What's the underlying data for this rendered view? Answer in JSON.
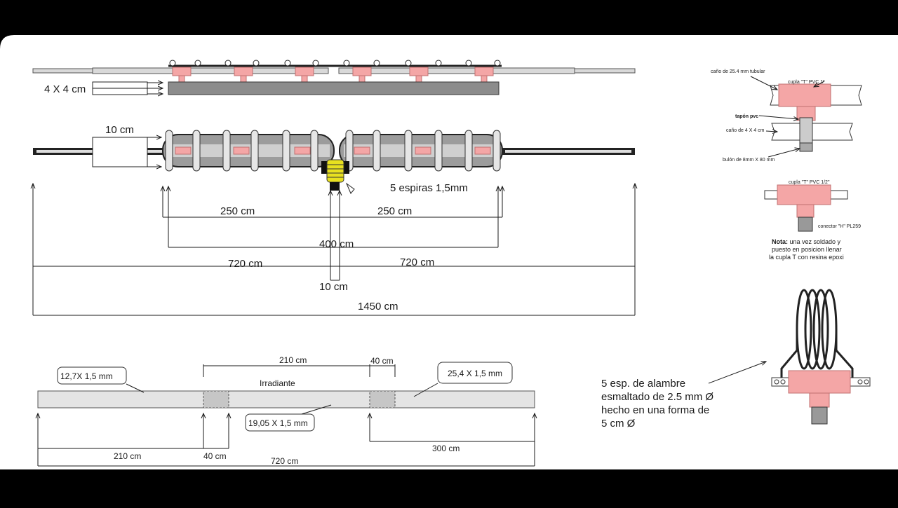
{
  "labels": {
    "four_by_four": "4 X 4 cm",
    "ten_cm_top": "10 cm",
    "five_turns": "5 espiras 1,5mm",
    "d250_left": "250 cm",
    "d250_right": "250 cm",
    "d400": "400 cm",
    "d720_left": "720 cm",
    "d720_right": "720 cm",
    "ten_cm_bottom": "10 cm",
    "d1450": "1450 cm"
  },
  "detail": {
    "tube_label": "caño de 25.4 mm tubular",
    "tee_label": "cupla \"T\" PVC 1\"",
    "cap_label": "tapón pvc",
    "square_label": "caño de 4 X 4 cm",
    "bolt_label": "bulón de 8mm X 80 mm",
    "tee_half_label": "cupla \"T\" PVC 1/2\"",
    "connector_label": "conector \"H\" PL259",
    "note_bold": "Nota:",
    "note_line1": " una vez soldado y",
    "note_line2": "puesto en posicion llenar",
    "note_line3": "la cupla T con resina epoxi"
  },
  "bottom": {
    "tube_small": "12,7X 1,5 mm",
    "tube_large": "25,4 X 1,5 mm",
    "tube_mid": "19,05 X 1,5 mm",
    "d210_top": "210 cm",
    "d40_top": "40 cm",
    "radiating": "Irradiante",
    "d210_bottom": "210 cm",
    "d40_bottom": "40 cm",
    "d300": "300 cm",
    "d720": "720 cm"
  },
  "coil": {
    "line1": "5 esp. de alambre",
    "line2": "esmaltado de 2.5 mm Ø",
    "line3": "hecho en una forma de",
    "line4": "5 cm Ø"
  },
  "colors": {
    "pink": "#f4a6a6",
    "gray": "#d9d9d9",
    "coil_yellow": "#e8e020"
  }
}
